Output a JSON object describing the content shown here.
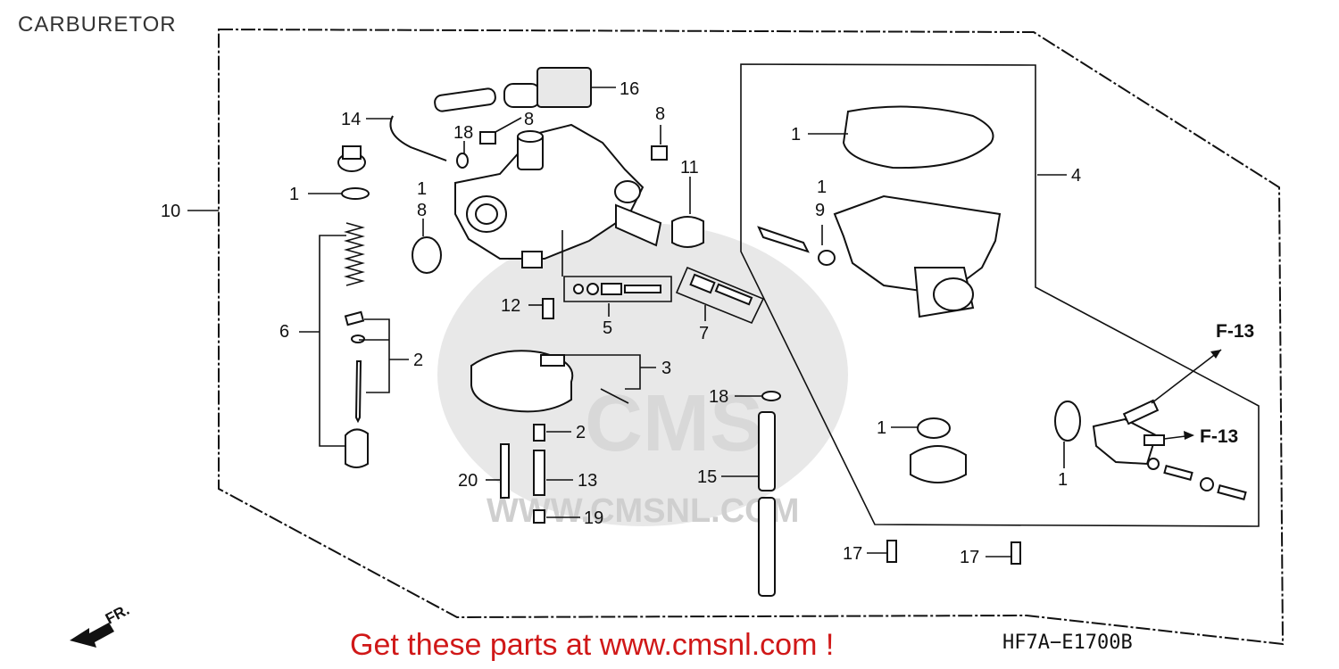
{
  "page": {
    "title": "CARBURETOR"
  },
  "watermark": {
    "text": "WWW.CMSNL.COM",
    "brand": "CMS"
  },
  "callouts": {
    "c1_top_left": "1",
    "c1_body_left": "1",
    "c8_oring": "8",
    "c14": "14",
    "c18_top": "18",
    "c8_top_mid": "8",
    "c16": "16",
    "c8_top_right": "8",
    "c11": "11",
    "c10": "10",
    "c6": "6",
    "c2_needle": "2",
    "c12": "12",
    "c5": "5",
    "c7": "7",
    "c3": "3",
    "c18_mid": "18",
    "c2_jet": "2",
    "c20": "20",
    "c13": "13",
    "c19": "19",
    "c15": "15",
    "c1_gasket": "1",
    "c1_screw": "1",
    "c9": "9",
    "c4": "4",
    "c1_oring_low": "1",
    "c1_right": "1",
    "c17_left": "17",
    "c17_right": "17"
  },
  "refs": {
    "f13_upper": "F-13",
    "f13_lower": "F-13"
  },
  "direction": {
    "label": "FR."
  },
  "footer": {
    "link_text": "Get these parts at www.cmsnl.com !",
    "code": "HF7A−E1700B",
    "link_color": "#d01818"
  }
}
